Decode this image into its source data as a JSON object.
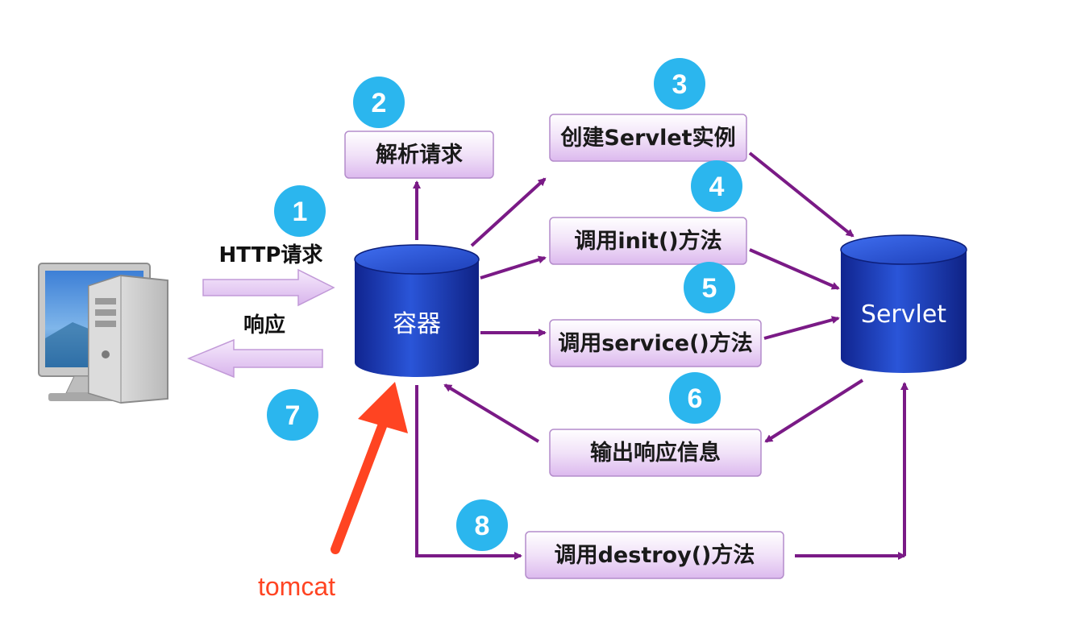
{
  "labels": {
    "http_request": "HTTP请求",
    "response": "响应",
    "container": "容器",
    "servlet": "Servlet",
    "annotation": "tomcat"
  },
  "boxes": {
    "parse_request": "解析请求",
    "create_instance": "创建Servlet实例",
    "call_init": "调用init()方法",
    "call_service": "调用service()方法",
    "output_response": "输出响应信息",
    "call_destroy": "调用destroy()方法"
  },
  "steps": [
    "1",
    "2",
    "3",
    "4",
    "5",
    "6",
    "7",
    "8"
  ],
  "colors": {
    "arrow": "#7a1a86",
    "badge": "#2bb6ee",
    "cylinder": "#1e3fbf",
    "box_fill": "#ead4f5",
    "annotation": "#ff4422"
  }
}
